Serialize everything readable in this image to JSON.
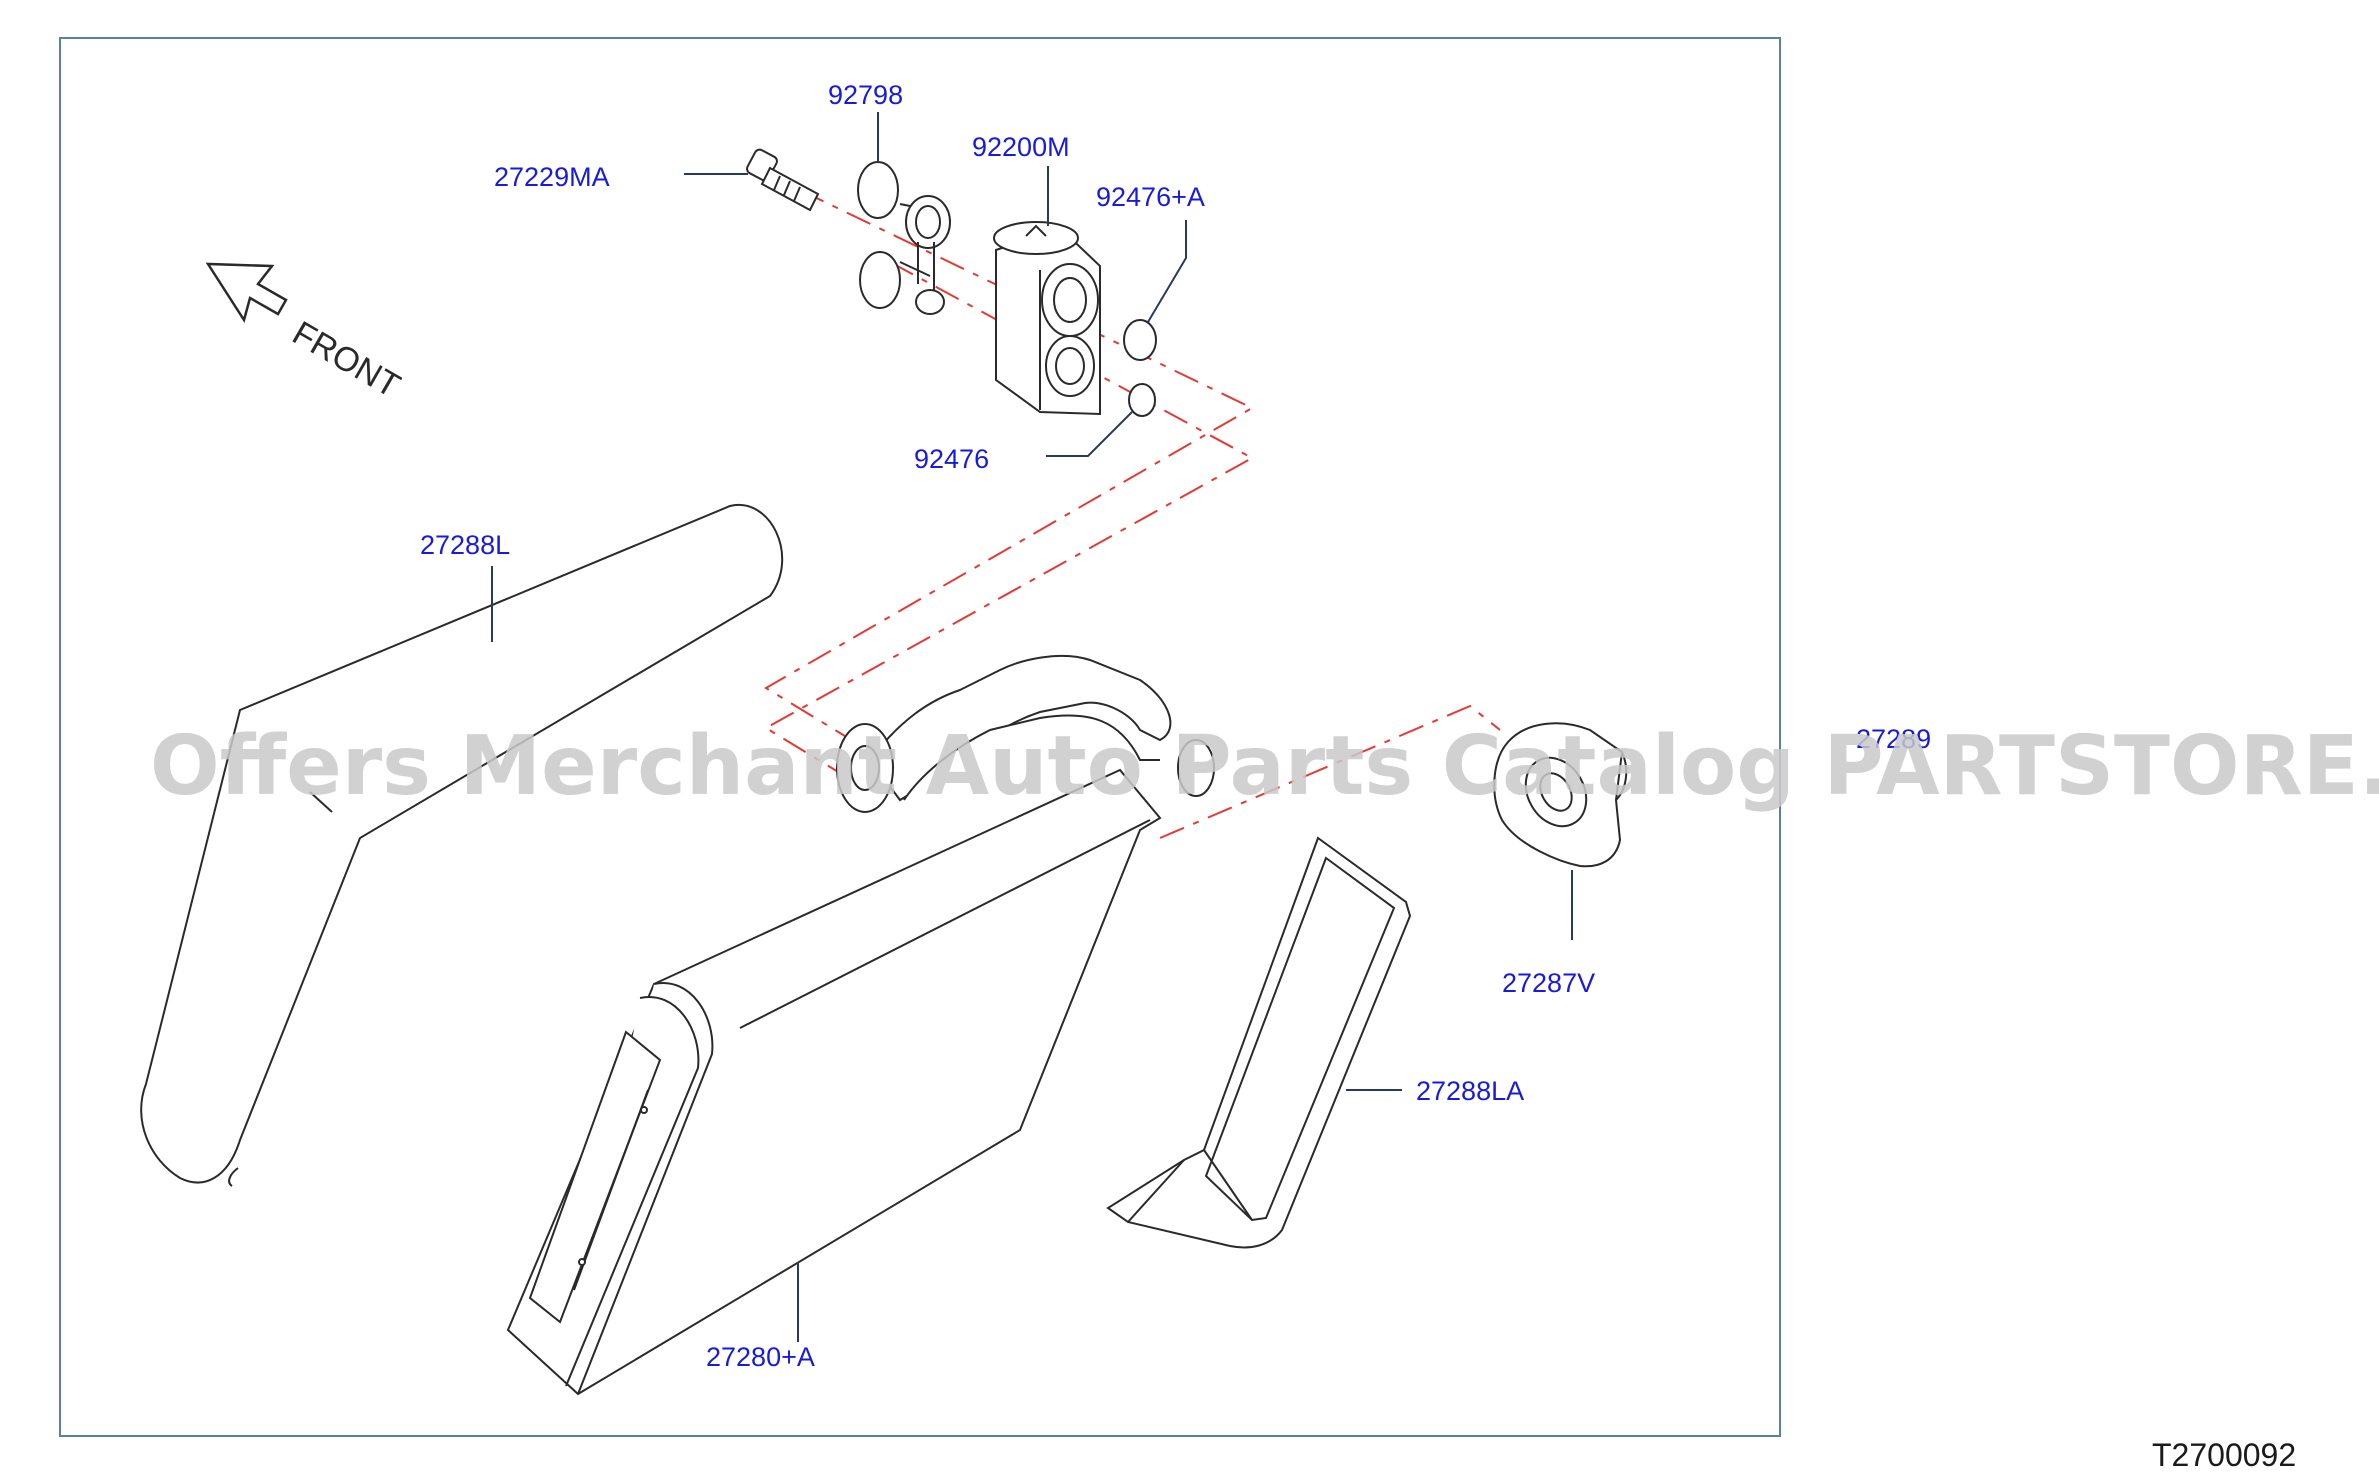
{
  "diagram": {
    "front_label": "FRONT",
    "diagram_code": "T2700092",
    "watermark": "Offers Merchant Auto Parts Catalog PARTSTORE.SA",
    "colors": {
      "label": "#1a1adc",
      "line": "#2a2a2a",
      "dash": "#e53935",
      "frame": "#5b7fa8",
      "watermark": "#c9c9c9"
    },
    "parts": [
      {
        "id": "92798",
        "label": "92798"
      },
      {
        "id": "92200M",
        "label": "92200M"
      },
      {
        "id": "27229MA",
        "label": "27229MA"
      },
      {
        "id": "92476A",
        "label": "92476+A"
      },
      {
        "id": "92476",
        "label": "92476"
      },
      {
        "id": "27288L",
        "label": "27288L"
      },
      {
        "id": "27289",
        "label": "27289"
      },
      {
        "id": "27287V",
        "label": "27287V"
      },
      {
        "id": "27288LA",
        "label": "27288LA"
      },
      {
        "id": "27280A",
        "label": "27280+A"
      }
    ]
  }
}
